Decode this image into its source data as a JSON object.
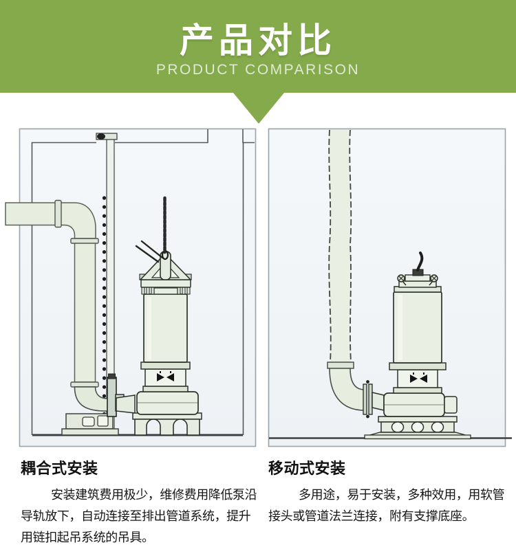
{
  "header": {
    "title": "产品对比",
    "subtitle": "PRODUCT COMPARISON",
    "accent_color": "#84aa4b"
  },
  "sections": {
    "left": {
      "heading": "耦合式安装",
      "body": "安装建筑费用极少，维修费用降低泵沿\n导轨放下，自动连接至排出管道系统，提升\n用链扣起吊系统的吊具。"
    },
    "right": {
      "heading": "移动式安装",
      "body": "多用途，易于安装，多种效用，用软管\n接头或管道法兰连接，附有支撑底座。"
    }
  }
}
